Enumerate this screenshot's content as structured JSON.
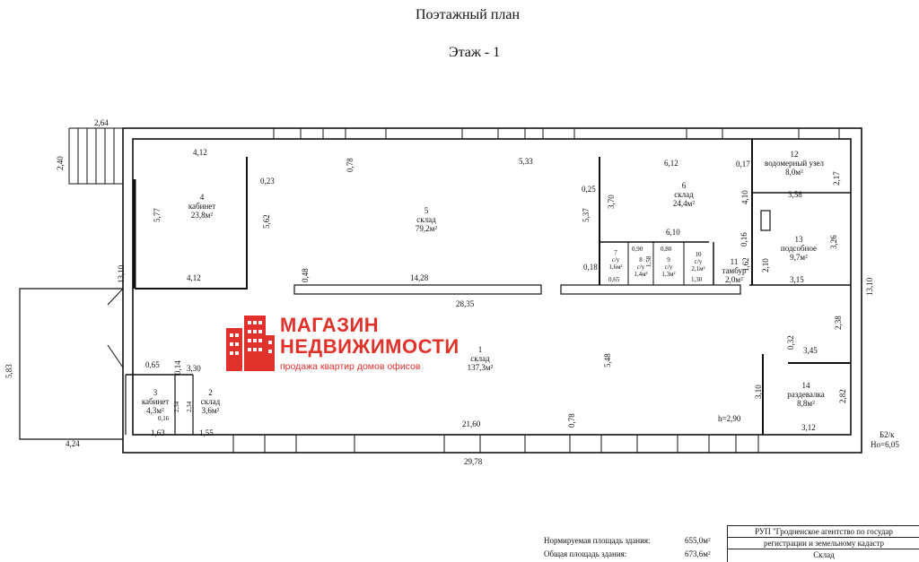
{
  "titles": {
    "main": "Поэтажный план",
    "floor": "Этаж - 1"
  },
  "rooms": [
    {
      "num": "4",
      "name": "кабинет",
      "area": "23,8м²"
    },
    {
      "num": "5",
      "name": "склад",
      "area": "79,2м²"
    },
    {
      "num": "6",
      "name": "склад",
      "area": "24,4м²"
    },
    {
      "num": "12",
      "name": "водомерный узел",
      "area": "8,0м²"
    },
    {
      "num": "13",
      "name": "подсобное",
      "area": "9,7м²"
    },
    {
      "num": "11",
      "name": "тамбур",
      "area": "2,0м²"
    },
    {
      "num": "7",
      "name": "с/у",
      "area": "1,6м²"
    },
    {
      "num": "8",
      "name": "с/у",
      "area": "1,4м²"
    },
    {
      "num": "9",
      "name": "с/у",
      "area": "1,3м²"
    },
    {
      "num": "10",
      "name": "с/у",
      "area": "2,1м²"
    },
    {
      "num": "1",
      "name": "склад",
      "area": "137,3м²"
    },
    {
      "num": "3",
      "name": "кабинет",
      "area": "4,3м²"
    },
    {
      "num": "2",
      "name": "склад",
      "area": "3,6м²"
    },
    {
      "num": "14",
      "name": "раздевалка",
      "area": "8,8м²"
    }
  ],
  "dims": {
    "d264": "2,64",
    "d240": "2,40",
    "d412a": "4,12",
    "d078a": "0,78",
    "d533": "5,33",
    "d612": "6,12",
    "d017": "0,17",
    "d217": "2,17",
    "d023": "0,23",
    "d577": "5,77",
    "d562": "5,62",
    "d025": "0,25",
    "d370": "3,70",
    "d537": "5,37",
    "d410": "4,10",
    "d358": "3,58",
    "d326": "3,26",
    "d610": "6,10",
    "d016": "0,16",
    "d162": "1,62",
    "d210": "2,10",
    "d090": "0,90",
    "d080": "0,80",
    "d158": "1,58",
    "d018": "0,18",
    "d065a": "0,65",
    "d130": "1,30",
    "d048": "0,48",
    "d1428": "14,28",
    "d412b": "4,12",
    "d1310a": "13,10",
    "d315": "3,15",
    "d1310b": "13,10",
    "d2835": "28,35",
    "d583": "5,83",
    "d238": "2,38",
    "d032": "0,32",
    "d345": "3,45",
    "d548": "5,48",
    "d065b": "0,65",
    "d014": "0,14",
    "d330": "3,30",
    "d234a": "2,34",
    "d234b": "2,34",
    "d310": "3,10",
    "d282": "2,82",
    "d0165": "0,16",
    "d163": "1,63",
    "d155": "1,55",
    "d2160": "21,60",
    "d078b": "0,78",
    "d312": "3,12",
    "height": "h=2,90",
    "d424": "4,24",
    "d2978": "29,78",
    "code1": "Б2/к",
    "code2": "Но=6,05"
  },
  "logo": {
    "line1": "МАГАЗИН",
    "line2": "НЕДВИЖИМОСТИ",
    "tagline": "продажа квартир домов офисов",
    "color_red": "#e0312b",
    "color_dark": "#1a1a1a"
  },
  "footer": {
    "norm_label": "Нормируемая площадь здания:",
    "norm_value": "655,0м²",
    "total_label": "Общая площадь здания:",
    "total_value": "673,6м²"
  },
  "stamp": {
    "line1": "РУП \"Гродненское агентство по государ",
    "line2": "регистрации и земельному кадастр",
    "line3": "Склад"
  }
}
